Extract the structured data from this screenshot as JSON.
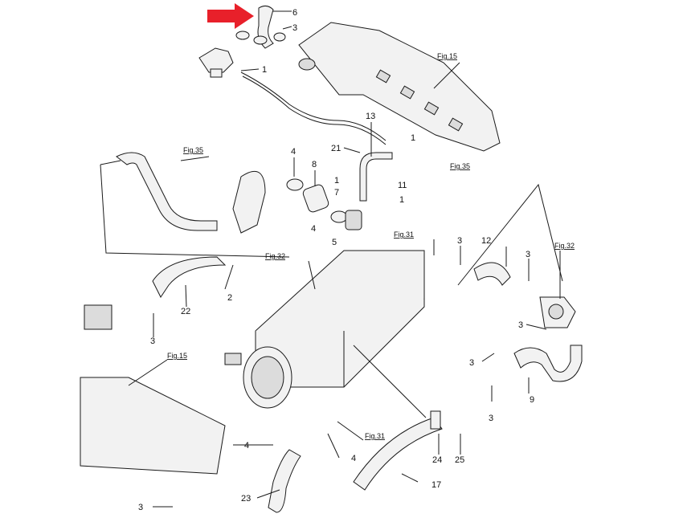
{
  "diagram": {
    "type": "exploded-parts-diagram",
    "arrow_color": "#e8202a",
    "arrow_target": "6",
    "figure_references": [
      {
        "id": "fig15a",
        "text": "Fig.15"
      },
      {
        "id": "fig35a",
        "text": "Fig.35"
      },
      {
        "id": "fig35b",
        "text": "Fig.35"
      },
      {
        "id": "fig31a",
        "text": "Fig.31"
      },
      {
        "id": "fig32a",
        "text": "Fig.32"
      },
      {
        "id": "fig32b",
        "text": "Fig.32"
      },
      {
        "id": "fig15b",
        "text": "Fig.15"
      },
      {
        "id": "fig31b",
        "text": "Fig.31"
      }
    ],
    "part_labels": [
      {
        "id": "p6",
        "text": "6"
      },
      {
        "id": "p3a",
        "text": "3"
      },
      {
        "id": "p1a",
        "text": "1"
      },
      {
        "id": "p13",
        "text": "13"
      },
      {
        "id": "p1b",
        "text": "1"
      },
      {
        "id": "p21",
        "text": "21"
      },
      {
        "id": "p4a",
        "text": "4"
      },
      {
        "id": "p8",
        "text": "8"
      },
      {
        "id": "p1c",
        "text": "1"
      },
      {
        "id": "p7",
        "text": "7"
      },
      {
        "id": "p11",
        "text": "11"
      },
      {
        "id": "p1d",
        "text": "1"
      },
      {
        "id": "p4b",
        "text": "4"
      },
      {
        "id": "p5",
        "text": "5"
      },
      {
        "id": "p3b",
        "text": "3"
      },
      {
        "id": "p12",
        "text": "12"
      },
      {
        "id": "p3c",
        "text": "3"
      },
      {
        "id": "p2",
        "text": "2"
      },
      {
        "id": "p22",
        "text": "22"
      },
      {
        "id": "p3d",
        "text": "3"
      },
      {
        "id": "p3e",
        "text": "3"
      },
      {
        "id": "p3f",
        "text": "3"
      },
      {
        "id": "p9",
        "text": "9"
      },
      {
        "id": "p3g",
        "text": "3"
      },
      {
        "id": "p4c",
        "text": "4"
      },
      {
        "id": "p4d",
        "text": "4"
      },
      {
        "id": "p24",
        "text": "24"
      },
      {
        "id": "p25",
        "text": "25"
      },
      {
        "id": "p17",
        "text": "17"
      },
      {
        "id": "p23",
        "text": "23"
      },
      {
        "id": "p3h",
        "text": "3"
      }
    ]
  }
}
